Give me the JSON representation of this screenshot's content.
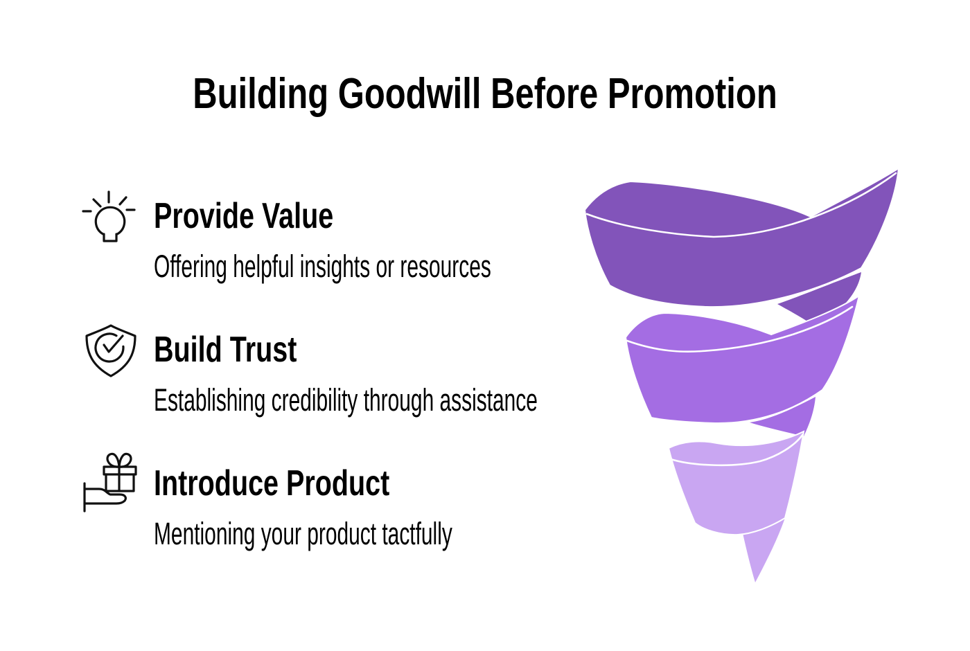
{
  "title": "Building Goodwill Before Promotion",
  "steps": [
    {
      "heading": "Provide Value",
      "description": "Offering helpful insights or resources",
      "icon": "lightbulb-icon"
    },
    {
      "heading": "Build Trust",
      "description": "Establishing credibility through assistance",
      "icon": "shield-check-icon"
    },
    {
      "heading": "Introduce Product",
      "description": "Mentioning your product tactfully",
      "icon": "gift-hand-icon"
    }
  ],
  "funnel": {
    "description": "spiral funnel with three descending ribbon segments",
    "colors": {
      "top": "#8254BA",
      "middle": "#A46DE3",
      "bottom": "#C9A6F2",
      "separator": "#FFFFFF"
    }
  },
  "page": {
    "background": "#FFFFFF",
    "text_color": "#000000"
  }
}
